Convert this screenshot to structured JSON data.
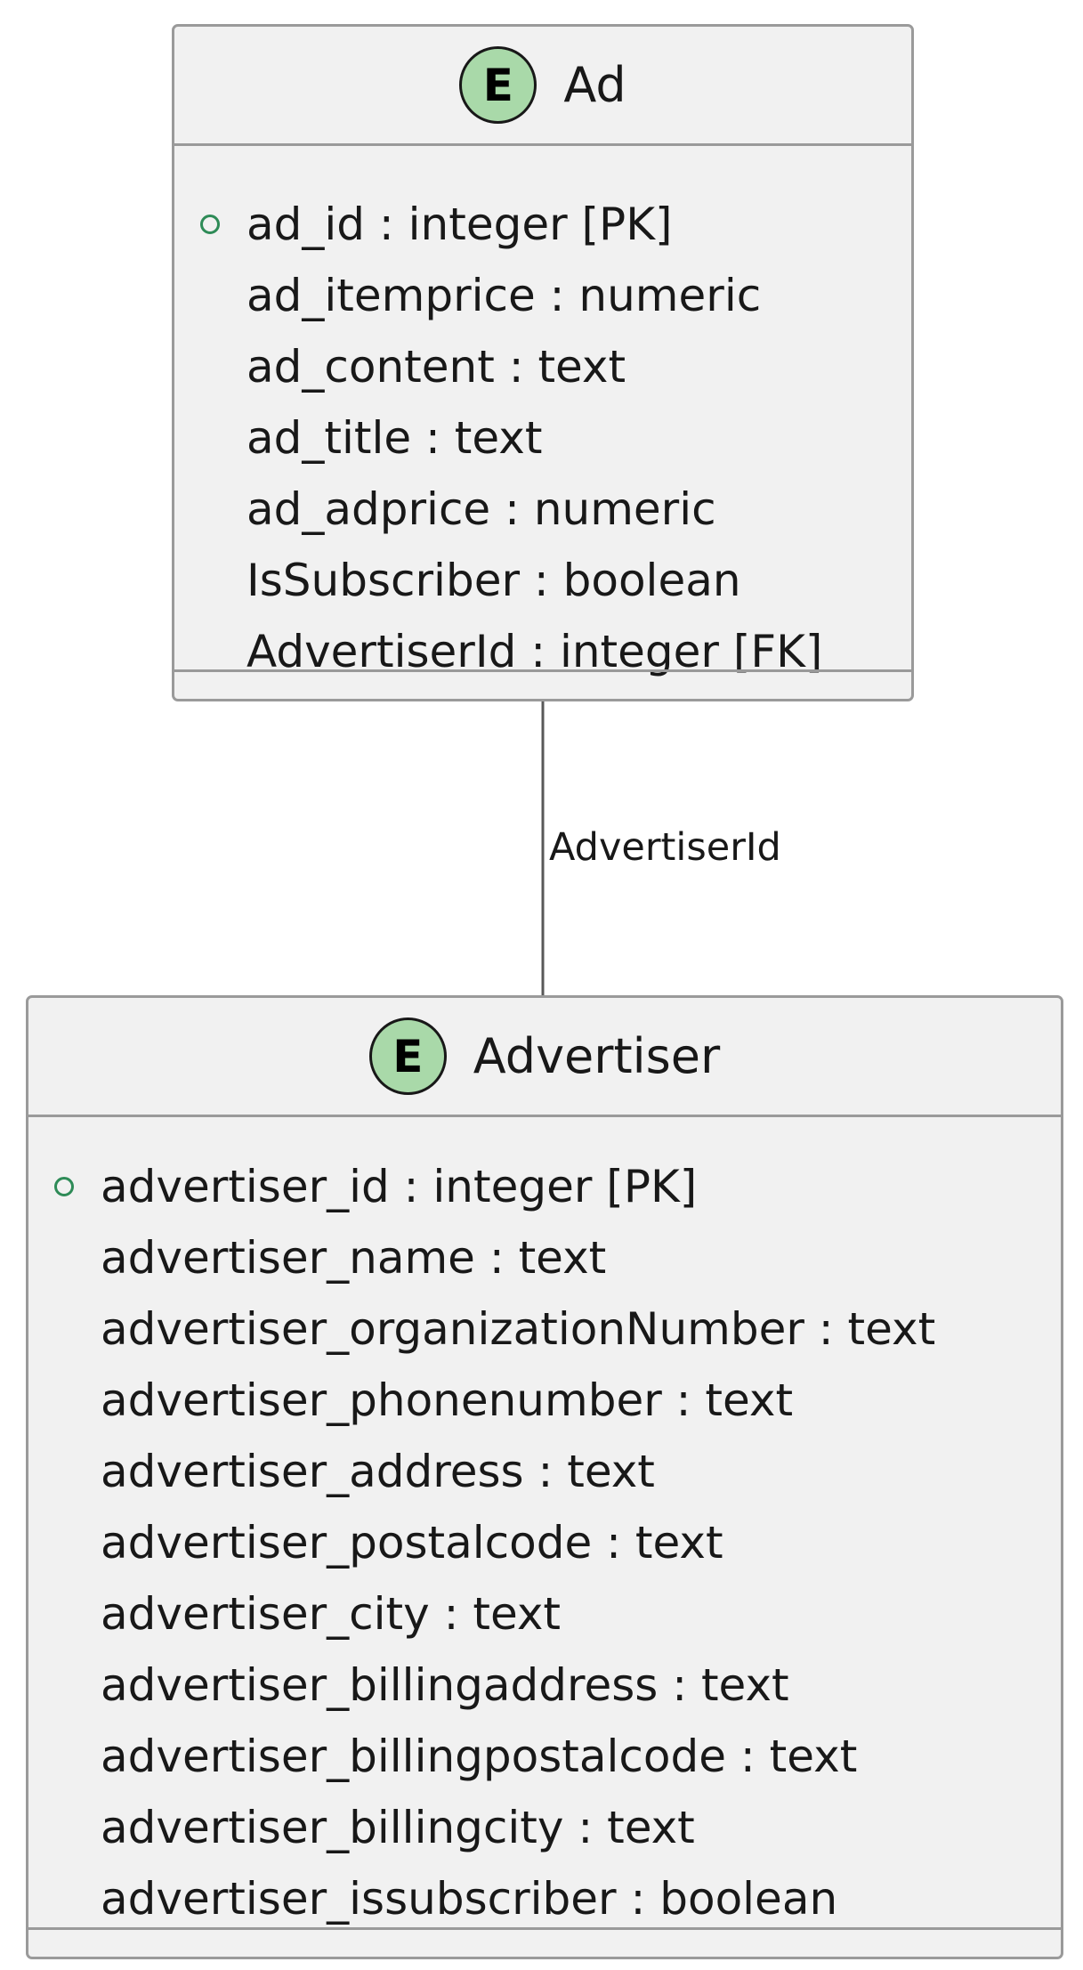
{
  "entities": [
    {
      "badge": "E",
      "name": "Ad",
      "attributes": [
        {
          "text": "ad_id : integer [PK]",
          "pk": true
        },
        {
          "text": "ad_itemprice : numeric",
          "pk": false
        },
        {
          "text": "ad_content : text",
          "pk": false
        },
        {
          "text": "ad_title : text",
          "pk": false
        },
        {
          "text": "ad_adprice : numeric",
          "pk": false
        },
        {
          "text": "IsSubscriber : boolean",
          "pk": false
        },
        {
          "text": "AdvertiserId : integer [FK]",
          "pk": false
        }
      ]
    },
    {
      "badge": "E",
      "name": "Advertiser",
      "attributes": [
        {
          "text": "advertiser_id : integer [PK]",
          "pk": true
        },
        {
          "text": "advertiser_name : text",
          "pk": false
        },
        {
          "text": "advertiser_organizationNumber : text",
          "pk": false
        },
        {
          "text": "advertiser_phonenumber : text",
          "pk": false
        },
        {
          "text": "advertiser_address : text",
          "pk": false
        },
        {
          "text": "advertiser_postalcode : text",
          "pk": false
        },
        {
          "text": "advertiser_city : text",
          "pk": false
        },
        {
          "text": "advertiser_billingaddress : text",
          "pk": false
        },
        {
          "text": "advertiser_billingpostalcode : text",
          "pk": false
        },
        {
          "text": "advertiser_billingcity : text",
          "pk": false
        },
        {
          "text": "advertiser_issubscriber : boolean",
          "pk": false
        }
      ]
    }
  ],
  "relation": {
    "label": "AdvertiserId"
  },
  "colors": {
    "entity_fill": "#f1f1f1",
    "entity_border": "#9a9a9a",
    "badge_fill": "#a9d9a9",
    "pk_marker": "#2e8b57",
    "line": "#595959",
    "text": "#181818"
  }
}
